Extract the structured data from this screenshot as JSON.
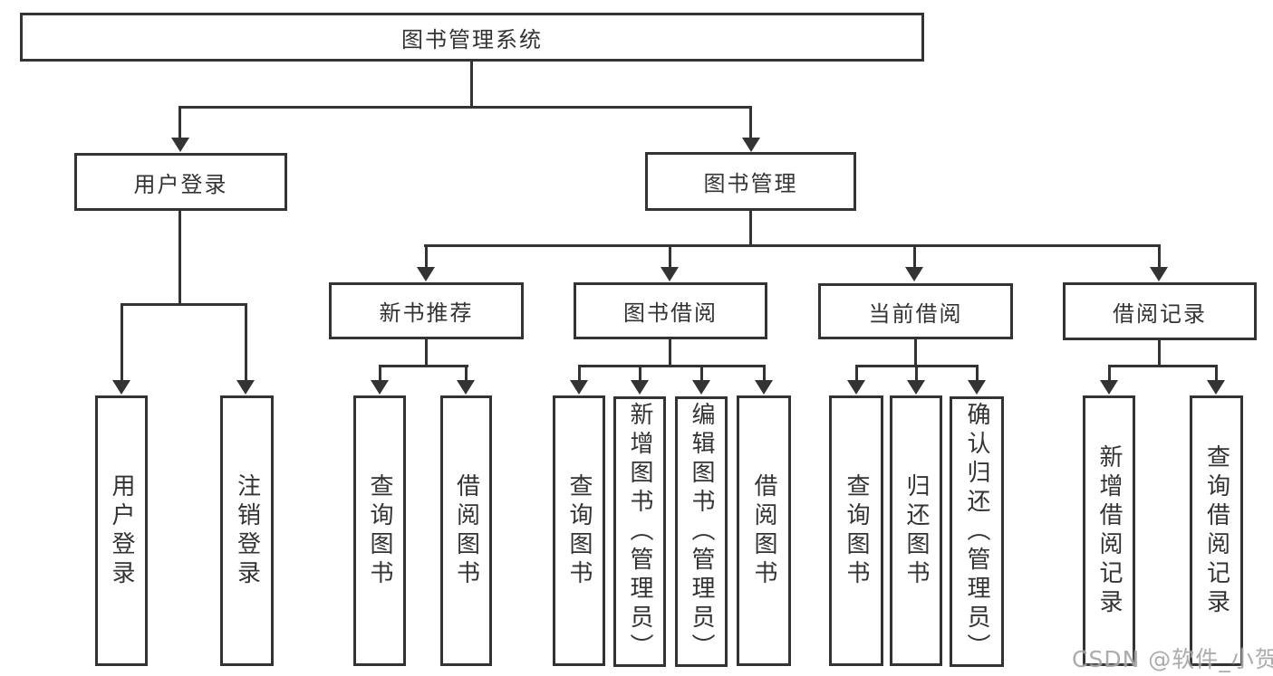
{
  "diagram": {
    "title_node": {
      "label": "图书管理系统"
    },
    "branches": [
      {
        "label": "用户登录",
        "children": [
          {
            "label": "用户登录"
          },
          {
            "label": "注销登录"
          }
        ]
      },
      {
        "label": "图书管理",
        "children": [
          {
            "label": "新书推荐",
            "children": [
              {
                "label": "查询图书"
              },
              {
                "label": "借阅图书"
              }
            ]
          },
          {
            "label": "图书借阅",
            "children": [
              {
                "label": "查询图书"
              },
              {
                "label": "新增图书（管理员）"
              },
              {
                "label": "编辑图书（管理员）"
              },
              {
                "label": "借阅图书"
              }
            ]
          },
          {
            "label": "当前借阅",
            "children": [
              {
                "label": "查询图书"
              },
              {
                "label": "归还图书"
              },
              {
                "label": "确认归还（管理员）"
              }
            ]
          },
          {
            "label": "借阅记录",
            "children": [
              {
                "label": "新增借阅记录"
              },
              {
                "label": "查询借阅记录"
              }
            ]
          }
        ]
      }
    ]
  },
  "watermark": {
    "text": "CSDN @软件_小贺同学"
  },
  "colors": {
    "line": "#333333",
    "text": "#333333",
    "background": "#ffffff",
    "watermark": "#9e9e9e"
  }
}
